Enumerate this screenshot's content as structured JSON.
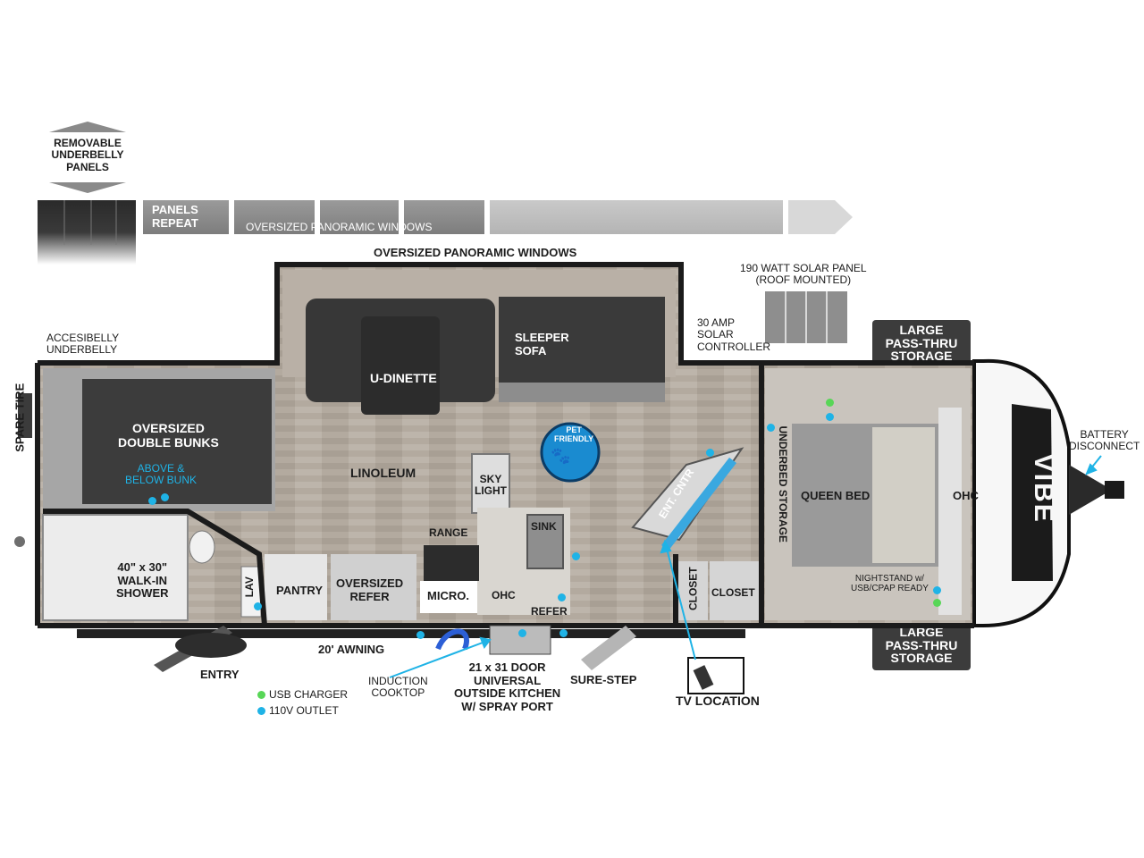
{
  "top_strip": {
    "removable_panels": "REMOVABLE\nUNDERBELLY\nPANELS",
    "panels_repeat": "PANELS\nREPEAT",
    "oversized_windows_strip": "OVERSIZED PANORAMIC WINDOWS"
  },
  "labels": {
    "oversized_panoramic_windows": "OVERSIZED PANORAMIC WINDOWS",
    "solar_panel": "190 WATT SOLAR PANEL\n(ROOF MOUNTED)",
    "solar_controller": "30 AMP\nSOLAR\nCONTROLLER",
    "large_pass_thru_top": "LARGE\nPASS-THRU\nSTORAGE",
    "large_pass_thru_bottom": "LARGE\nPASS-THRU\nSTORAGE",
    "accesibelly": "ACCESIBELLY\nUNDERBELLY",
    "spare_tire": "SPARE TIRE",
    "double_bunks": "OVERSIZED\nDOUBLE BUNKS",
    "above_below_bunk": "ABOVE &\nBELOW BUNK",
    "u_dinette": "U-DINETTE",
    "sleeper_sofa": "SLEEPER\nSOFA",
    "linoleum": "LINOLEUM",
    "pet_friendly": "PET\nFRIENDLY",
    "sky_light": "SKY\nLIGHT",
    "range": "RANGE",
    "sink": "SINK",
    "ent_cntr": "ENT. CNTR",
    "underbed_storage": "UNDERBED STORAGE",
    "queen_bed": "QUEEN BED",
    "ohc_bedroom": "OHC",
    "battery_disconnect": "BATTERY\nDISCONNECT",
    "shower": "40\" x 30\"\nWALK-IN\nSHOWER",
    "lav": "LAV",
    "pantry": "PANTRY",
    "oversized_refer": "OVERSIZED\nREFER",
    "micro": "MICRO.",
    "ohc_kitchen": "OHC",
    "refer": "REFER",
    "closet_vertical": "CLOSET",
    "closet": "CLOSET",
    "nightstand": "NIGHTSTAND w/\nUSB/CPAP READY",
    "awning": "20' AWNING",
    "entry": "ENTRY",
    "induction_cooktop": "INDUCTION\nCOOKTOP",
    "outside_kitchen": "21 x 31 DOOR\nUNIVERSAL\nOUTSIDE KITCHEN\nW/ SPRAY PORT",
    "sure_step": "SURE-STEP",
    "tv_location": "TV LOCATION",
    "brand": "VIBE"
  },
  "legend": {
    "usb_charger": "USB CHARGER",
    "outlet_110v": "110V OUTLET",
    "usb_color": "#58d657",
    "outlet_color": "#1fb3e6"
  }
}
